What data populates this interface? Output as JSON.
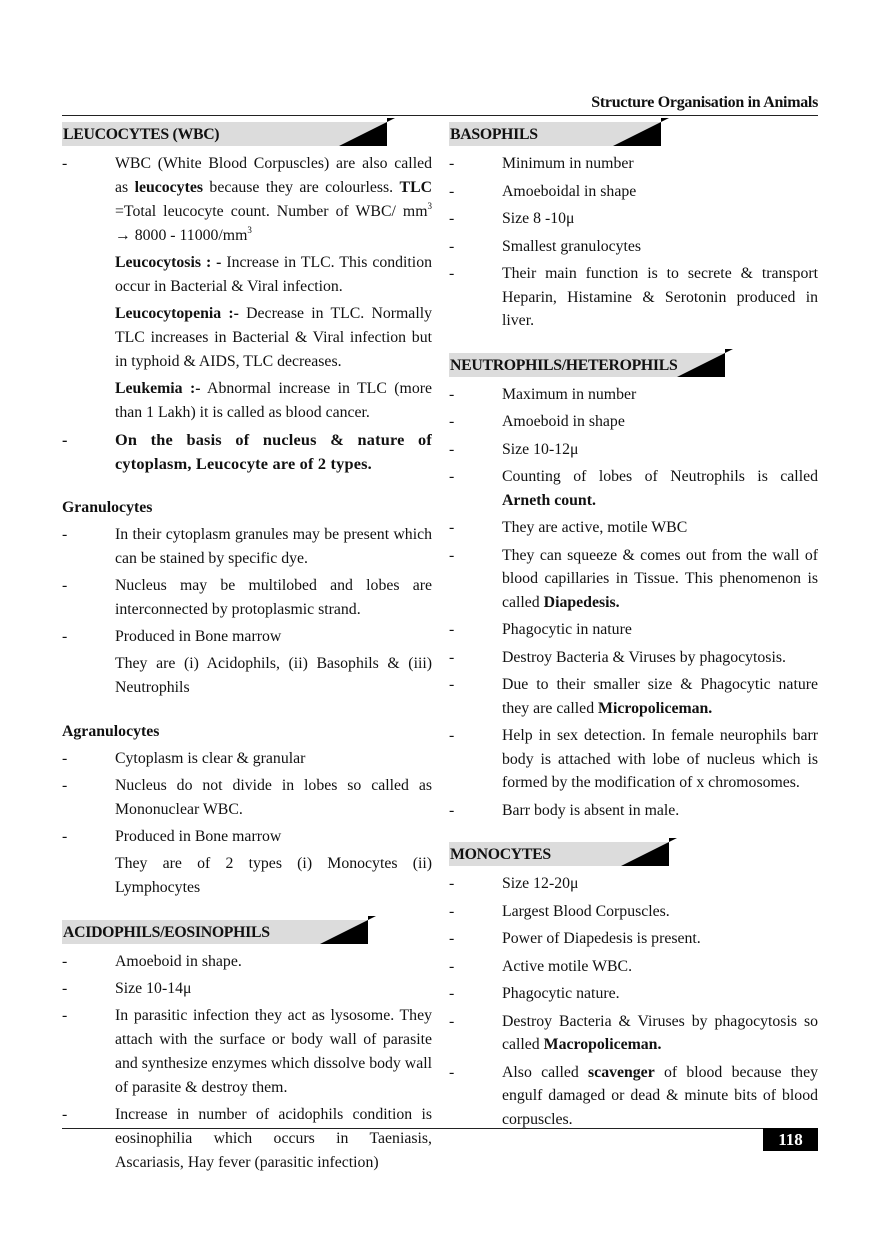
{
  "header": {
    "running_title": "Structure Organisation in Animals"
  },
  "footer": {
    "page_number": "118"
  },
  "colors": {
    "heading_band": "#dcdcdc",
    "heading_triangle": "#000000",
    "page_number_bg": "#000000"
  },
  "columns": [
    {
      "id": "left",
      "blocks": [
        {
          "type": "heading",
          "text": "LEUCOCYTES (WBC)",
          "pad": 120
        },
        {
          "type": "item",
          "bullet": "-",
          "runs": [
            {
              "t": "WBC (White Blood Corpuscles) are also called as "
            },
            {
              "t": "leucocytes",
              "b": true
            },
            {
              "t": " because they are colourless. "
            },
            {
              "t": "TLC",
              "b": true
            },
            {
              "t": " =Total leucocyte count. Number of WBC/ mm"
            },
            {
              "t": "3",
              "sup": true
            },
            {
              "t": " → 8000 - 11000/mm"
            },
            {
              "t": "3",
              "sup": true
            }
          ]
        },
        {
          "type": "para",
          "runs": [
            {
              "t": "Leucocytosis : -",
              "b": true
            },
            {
              "t": " Increase in TLC. This condition occur in Bacterial & Viral infection."
            }
          ]
        },
        {
          "type": "para",
          "runs": [
            {
              "t": "Leucocytopenia :-",
              "b": true
            },
            {
              "t": " Decrease in TLC. Normally TLC increases in Bacterial & Viral infection but in typhoid & AIDS, TLC decreases."
            }
          ]
        },
        {
          "type": "para",
          "runs": [
            {
              "t": "Leukemia :-",
              "b": true
            },
            {
              "t": " Abnormal increase in TLC (more than 1 Lakh) it is called as blood cancer."
            }
          ]
        },
        {
          "type": "item",
          "strong": true,
          "bullet": "-",
          "runs": [
            {
              "t": "On the basis of nucleus & nature of cytoplasm, Leucocyte are of 2 types."
            }
          ]
        },
        {
          "type": "subhead",
          "text": "Granulocytes"
        },
        {
          "type": "item",
          "bullet": "-",
          "runs": [
            {
              "t": "In their cytoplasm granules may be present which can be stained by specific dye."
            }
          ]
        },
        {
          "type": "item",
          "bullet": "-",
          "runs": [
            {
              "t": "Nucleus may be multilobed and lobes are interconnected by protoplasmic strand."
            }
          ]
        },
        {
          "type": "item",
          "bullet": "-",
          "runs": [
            {
              "t": "Produced in Bone marrow"
            }
          ]
        },
        {
          "type": "para",
          "runs": [
            {
              "t": "They are (i) Acidophils, (ii) Basophils & (iii) Neutrophils"
            }
          ]
        },
        {
          "type": "subhead",
          "text": "Agranulocytes"
        },
        {
          "type": "item",
          "bullet": "-",
          "runs": [
            {
              "t": "Cytoplasm is clear & granular"
            }
          ]
        },
        {
          "type": "item",
          "bullet": "-",
          "runs": [
            {
              "t": "Nucleus do not divide in lobes so called as Mononuclear WBC."
            }
          ]
        },
        {
          "type": "item",
          "bullet": "-",
          "runs": [
            {
              "t": "Produced in Bone marrow"
            }
          ]
        },
        {
          "type": "para",
          "runs": [
            {
              "t": "They are of 2 types (i) Monocytes (ii) Lymphocytes"
            }
          ]
        },
        {
          "type": "heading",
          "text": "ACIDOPHILS/EOSINOPHILS",
          "pad": 50,
          "later": true
        },
        {
          "type": "item",
          "bullet": "-",
          "runs": [
            {
              "t": "Amoeboid in shape."
            }
          ]
        },
        {
          "type": "item",
          "bullet": "-",
          "runs": [
            {
              "t": "Size 10-14μ"
            }
          ]
        },
        {
          "type": "item",
          "bullet": "-",
          "runs": [
            {
              "t": "In parasitic infection they act as lysosome. They attach with the surface or body wall of parasite and synthesize enzymes which dissolve body wall of parasite & destroy them."
            }
          ]
        },
        {
          "type": "item",
          "bullet": "-",
          "runs": [
            {
              "t": "Increase in number of acidophils condition is eosinophilia which occurs in Taeniasis, Ascariasis, Hay fever (parasitic infection)"
            }
          ]
        }
      ]
    },
    {
      "id": "right",
      "blocks": [
        {
          "type": "heading",
          "text": "BASOPHILS",
          "pad": 75
        },
        {
          "type": "item",
          "bullet": "-",
          "runs": [
            {
              "t": "Minimum in number"
            }
          ]
        },
        {
          "type": "item",
          "bullet": "-",
          "runs": [
            {
              "t": "Amoeboidal in shape"
            }
          ]
        },
        {
          "type": "item",
          "bullet": "-",
          "runs": [
            {
              "t": "Size 8 -10μ"
            }
          ]
        },
        {
          "type": "item",
          "bullet": "-",
          "runs": [
            {
              "t": "Smallest granulocytes"
            }
          ]
        },
        {
          "type": "item",
          "bullet": "-",
          "runs": [
            {
              "t": "Their main function is to secrete & transport Heparin, Histamine & Serotonin produced in liver."
            }
          ]
        },
        {
          "type": "heading",
          "text": "NEUTROPHILS/HETEROPHILS",
          "pad": 0,
          "later": true
        },
        {
          "type": "item",
          "bullet": "-",
          "runs": [
            {
              "t": "Maximum in number"
            }
          ]
        },
        {
          "type": "item",
          "bullet": "-",
          "runs": [
            {
              "t": "Amoeboid in shape"
            }
          ]
        },
        {
          "type": "item",
          "bullet": "-",
          "runs": [
            {
              "t": "Size 10-12μ"
            }
          ]
        },
        {
          "type": "item",
          "bullet": "-",
          "runs": [
            {
              "t": "Counting of lobes of Neutrophils is called "
            },
            {
              "t": "Arneth count.",
              "b": true
            }
          ]
        },
        {
          "type": "item",
          "bullet": "-",
          "runs": [
            {
              "t": "They are active, motile WBC"
            }
          ]
        },
        {
          "type": "item",
          "bullet": "-",
          "runs": [
            {
              "t": "They can squeeze & comes out from the wall of blood capillaries in Tissue. This phenomenon is called "
            },
            {
              "t": "Diapedesis.",
              "b": true
            }
          ]
        },
        {
          "type": "item",
          "bullet": "-",
          "runs": [
            {
              "t": "Phagocytic in nature"
            }
          ]
        },
        {
          "type": "item",
          "bullet": "-",
          "runs": [
            {
              "t": "Destroy Bacteria & Viruses by phagocytosis."
            }
          ]
        },
        {
          "type": "item",
          "bullet": "-",
          "runs": [
            {
              "t": "Due to their smaller size & Phagocytic nature they are called "
            },
            {
              "t": "Micropoliceman.",
              "b": true
            }
          ]
        },
        {
          "type": "item",
          "bullet": "-",
          "runs": [
            {
              "t": "Help in sex detection. In female neurophils barr body is attached with lobe of nucleus which is formed by the modification of x chromosomes."
            }
          ]
        },
        {
          "type": "item",
          "bullet": "-",
          "runs": [
            {
              "t": "Barr body is absent in male."
            }
          ]
        },
        {
          "type": "heading",
          "text": "MONOCYTES",
          "pad": 70,
          "later": true
        },
        {
          "type": "item",
          "bullet": "-",
          "runs": [
            {
              "t": "Size 12-20μ"
            }
          ]
        },
        {
          "type": "item",
          "bullet": "-",
          "runs": [
            {
              "t": "Largest Blood Corpuscles."
            }
          ]
        },
        {
          "type": "item",
          "bullet": "-",
          "runs": [
            {
              "t": "Power of Diapedesis is present."
            }
          ]
        },
        {
          "type": "item",
          "bullet": "-",
          "runs": [
            {
              "t": "Active motile WBC."
            }
          ]
        },
        {
          "type": "item",
          "bullet": "-",
          "runs": [
            {
              "t": "Phagocytic nature."
            }
          ]
        },
        {
          "type": "item",
          "bullet": "-",
          "runs": [
            {
              "t": "Destroy Bacteria & Viruses by phagocytosis so called "
            },
            {
              "t": "Macropoliceman.",
              "b": true
            }
          ]
        },
        {
          "type": "item",
          "bullet": "-",
          "runs": [
            {
              "t": "Also called "
            },
            {
              "t": "scavenger",
              "b": true
            },
            {
              "t": " of blood because they engulf damaged or dead & minute bits of blood corpuscles."
            }
          ]
        }
      ]
    }
  ]
}
